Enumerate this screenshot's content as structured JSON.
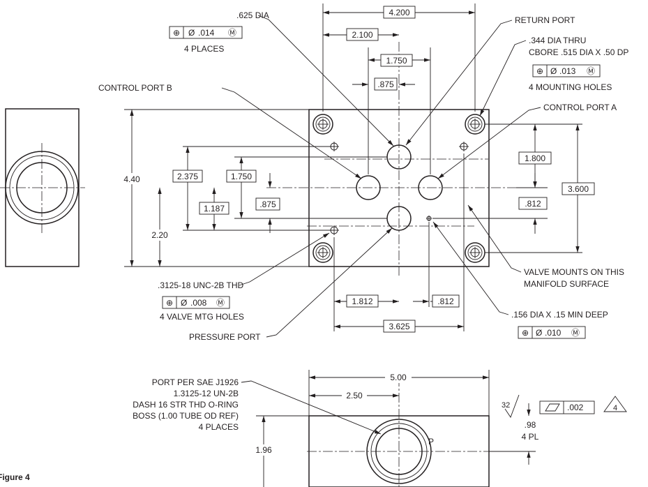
{
  "figure_label": "Figure 4",
  "dims": {
    "w4200": "4.200",
    "w2100": "2.100",
    "w1750": "1.750",
    "w875": ".875",
    "h440": "4.40",
    "h2375": "2.375",
    "h1750": "1.750",
    "h1187": "1.187",
    "h875": ".875",
    "h220": "2.20",
    "h1800": "1.800",
    "h3600": "3.600",
    "h812": ".812",
    "b1812": "1.812",
    "b812": ".812",
    "b3625": "3.625",
    "w500": "5.00",
    "w250": "2.50",
    "h196": "1.96",
    "h98": ".98",
    "h98pl": "4 PL",
    "finish": "32",
    "flatness": ".002",
    "note_flag": "4",
    "datum_p": "P"
  },
  "callouts": {
    "dia625": {
      "line1": ".625 DIA",
      "tol": ".014",
      "places": "4 PLACES"
    },
    "return_port": "RETURN PORT",
    "dia344": {
      "line1": ".344 DIA THRU",
      "line2": "CBORE .515 DIA X .50 DP",
      "tol": ".013",
      "line3": "4 MOUNTING HOLES"
    },
    "control_b": "CONTROL PORT B",
    "control_a": "CONTROL PORT A",
    "valve_mounts": {
      "line1": "VALVE MOUNTS ON THIS",
      "line2": "MANIFOLD SURFACE"
    },
    "unc": {
      "line1": ".3125-18 UNC-2B THD",
      "tol": ".008",
      "line2": "4 VALVE MTG HOLES"
    },
    "pressure_port": "PRESSURE PORT",
    "dia156": {
      "line1": ".156 DIA X .15 MIN DEEP",
      "tol": ".010"
    },
    "sae_port": {
      "line1": "PORT PER SAE J1926",
      "line2": "1.3125-12 UN-2B",
      "line3": "DASH 16 STR THD O-RING",
      "line4": "BOSS (1.00 TUBE OD REF)",
      "line5": "4 PLACES"
    }
  },
  "symbols": {
    "position": "⊕",
    "diameter": "Ø",
    "mmc": "Ⓜ",
    "flatness": "parallelogram"
  }
}
